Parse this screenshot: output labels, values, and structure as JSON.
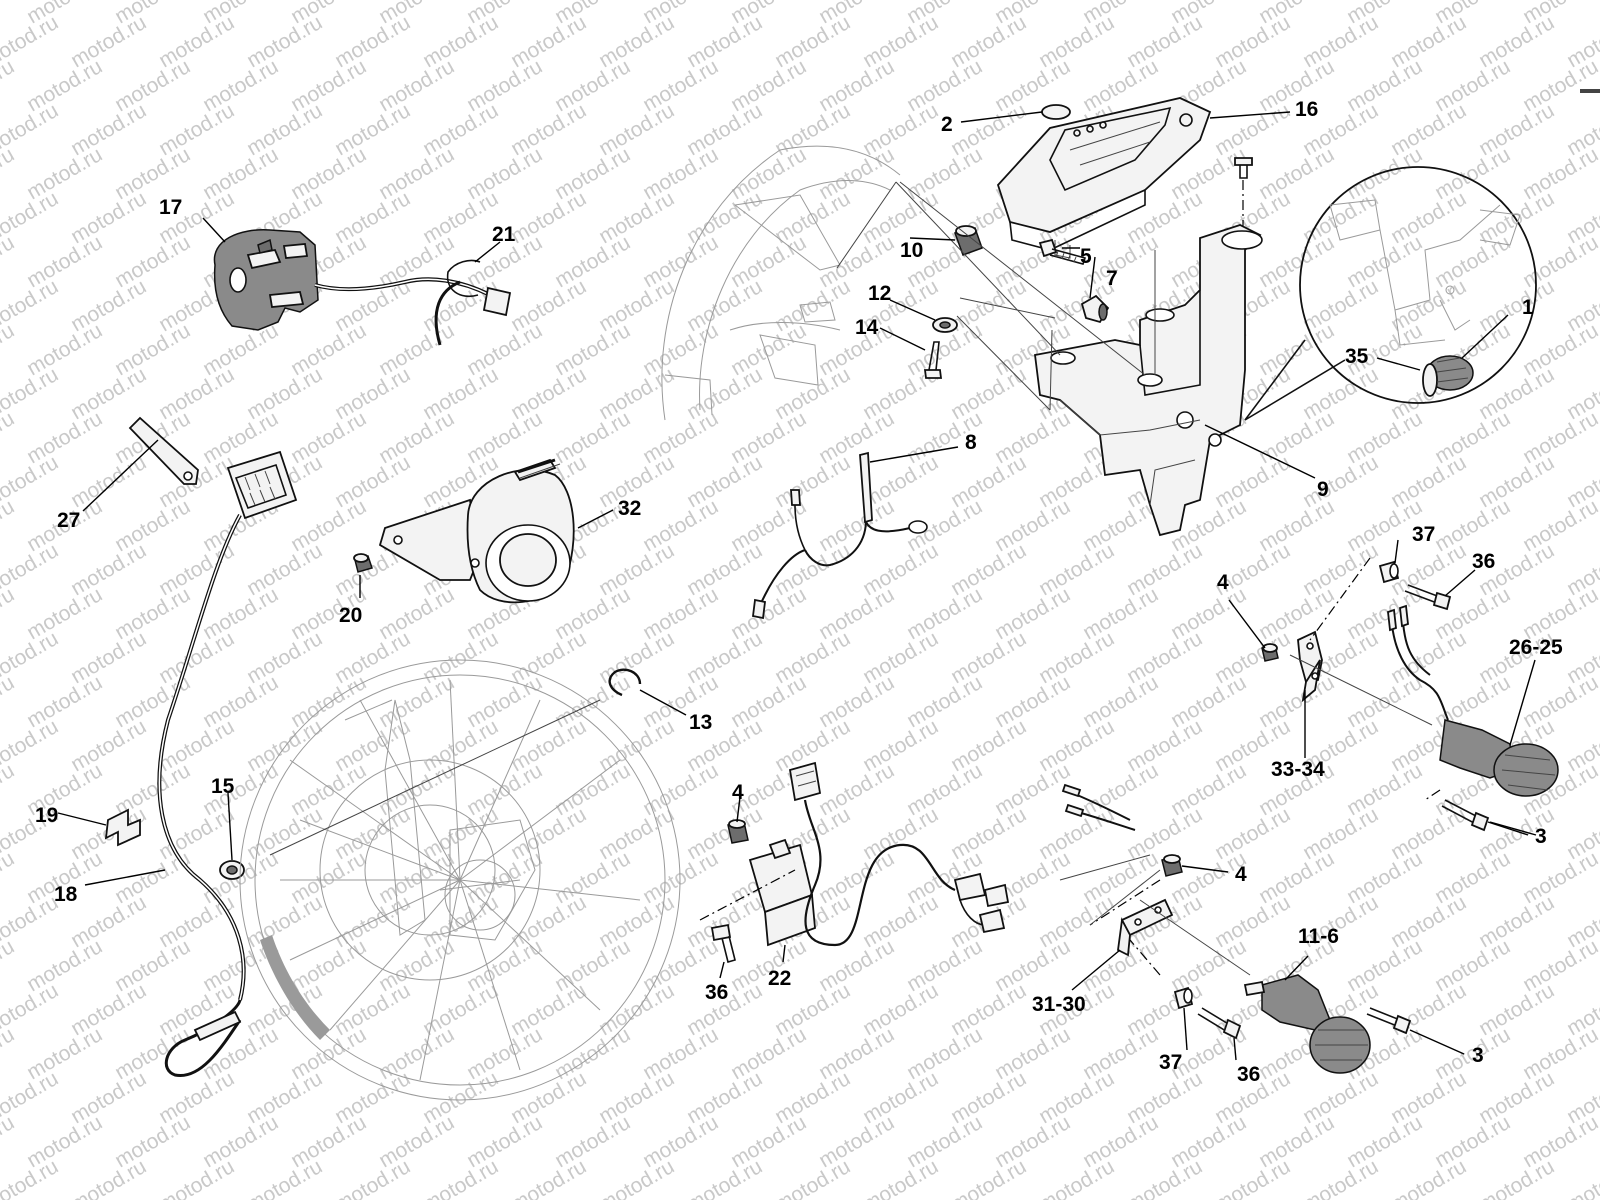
{
  "watermark": "motod.ru",
  "callouts": {
    "c1": "1",
    "c2": "2",
    "c3a": "3",
    "c3b": "3",
    "c4a": "4",
    "c4b": "4",
    "c4c": "4",
    "c5": "5",
    "c7": "7",
    "c8": "8",
    "c9": "9",
    "c10": "10",
    "c11_6": "11-6",
    "c12": "12",
    "c13": "13",
    "c14": "14",
    "c15": "15",
    "c16": "16",
    "c17": "17",
    "c18": "18",
    "c19": "19",
    "c20": "20",
    "c21": "21",
    "c22": "22",
    "c26_25": "26-25",
    "c27": "27",
    "c31_30": "31-30",
    "c32": "32",
    "c33_34": "33-34",
    "c35": "35",
    "c36a": "36",
    "c36b": "36",
    "c36c": "36",
    "c37a": "37",
    "c37b": "37"
  }
}
